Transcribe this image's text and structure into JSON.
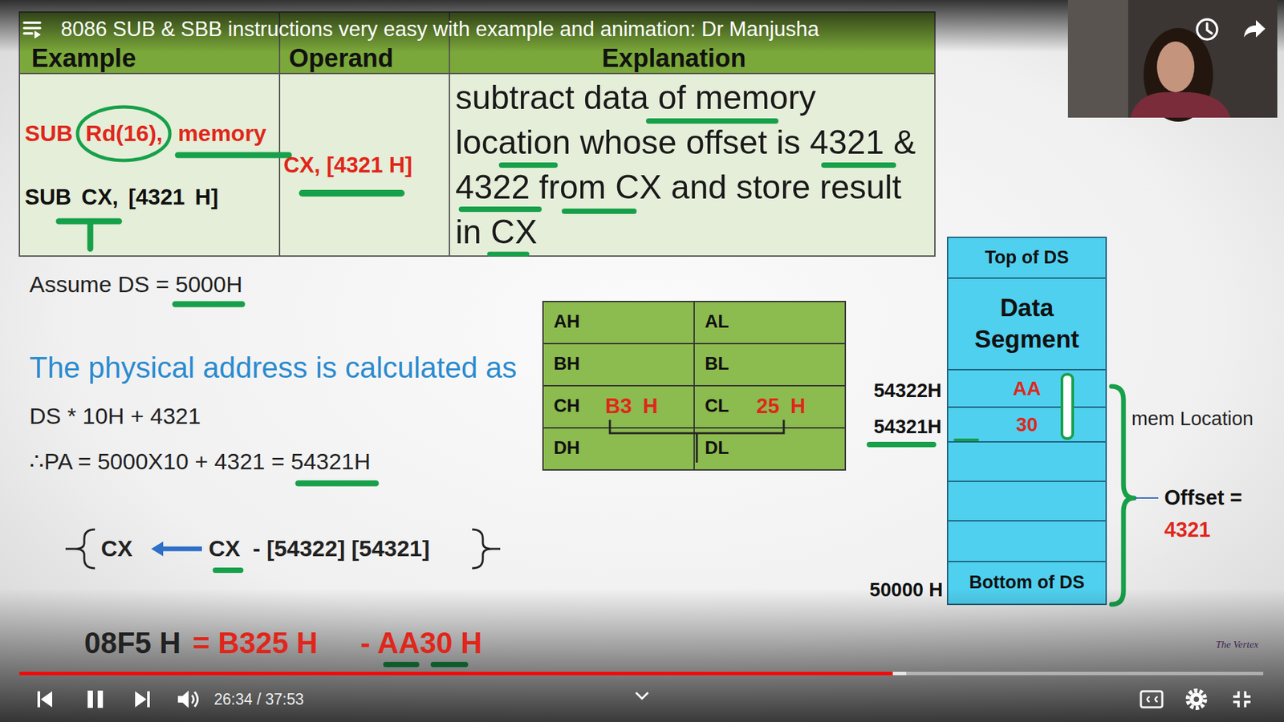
{
  "diagram": {
    "title": "8086 SUB & SBB instructions very easy with example and animation: Dr Manjusha",
    "nodes": [
      {
        "text": [
          "Top of DS"
        ]
      },
      {
        "text": [
          "Data Segment"
        ]
      },
      {
        "text": [
          "AA"
        ]
      },
      {
        "text": [
          "30"
        ]
      },
      {
        "text": [
          "Bottom of DS"
        ]
      }
    ],
    "labels": [
      "Example",
      "Operand",
      "Explanation",
      "SUB",
      "Rd(16),",
      "memory",
      "SUB CX, [4321 H]",
      "CX, [4321 H]",
      "subtract data of memory location whose offset is 4321 & 4322 from CX and store result in CX",
      "Assume DS = 5000H",
      "The physical address is calculated as",
      "DS * 10H + 4321",
      "∴PA = 5000X10 + 4321 = 54321H",
      "CX",
      "CX",
      "- [54322] [54321]",
      "08F5 H",
      "= B325 H",
      "- AA30 H",
      "AH",
      "AL",
      "BH",
      "BL",
      "CH",
      "B3 H",
      "CL",
      "25 H",
      "DH",
      "DL",
      "54322H",
      "54321H",
      "50000 H",
      "mem Location",
      "Offset =",
      "4321",
      "The Vertex",
      "26:34 / 37:53"
    ]
  }
}
